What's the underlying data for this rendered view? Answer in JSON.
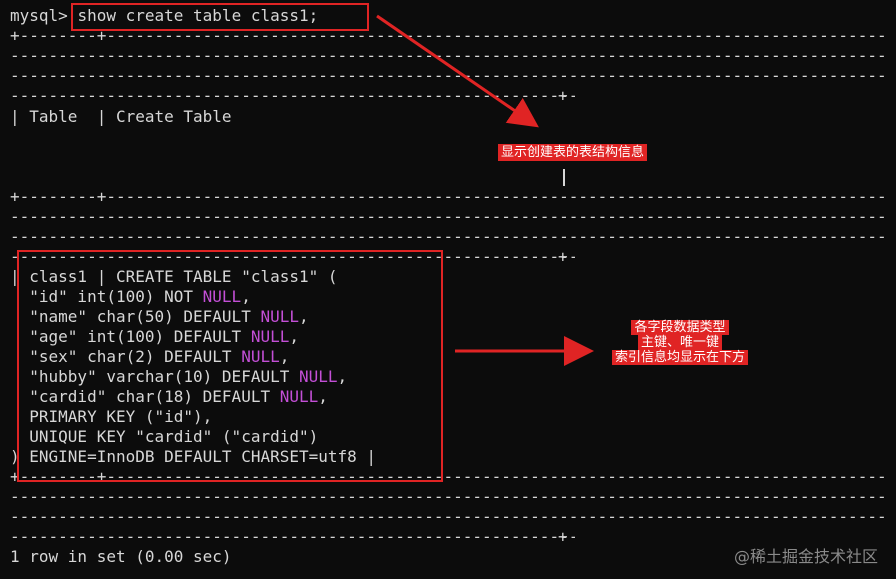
{
  "prompt": "mysql>",
  "command": "show create table class1;",
  "header_row": "| Table  | Create Table",
  "sql_lines": [
    {
      "pre": "| class1 | CREATE TABLE \"class1\" (",
      "null": "",
      "post": ""
    },
    {
      "pre": "  \"id\" int(100) NOT ",
      "null": "NULL",
      "post": ","
    },
    {
      "pre": "  \"name\" char(50) DEFAULT ",
      "null": "NULL",
      "post": ","
    },
    {
      "pre": "  \"age\" int(100) DEFAULT ",
      "null": "NULL",
      "post": ","
    },
    {
      "pre": "  \"sex\" char(2) DEFAULT ",
      "null": "NULL",
      "post": ","
    },
    {
      "pre": "  \"hubby\" varchar(10) DEFAULT ",
      "null": "NULL",
      "post": ","
    },
    {
      "pre": "  \"cardid\" char(18) DEFAULT ",
      "null": "NULL",
      "post": ","
    },
    {
      "pre": "  PRIMARY KEY (\"id\"),",
      "null": "",
      "post": ""
    },
    {
      "pre": "  UNIQUE KEY \"cardid\" (\"cardid\")",
      "null": "",
      "post": ""
    },
    {
      "pre": ") ENGINE=InnoDB DEFAULT CHARSET=utf8 |",
      "null": "",
      "post": ""
    }
  ],
  "result_summary": "1 row in set (0.00 sec)",
  "annotations": {
    "top": "显示创建表的表结构信息",
    "middle_lines": [
      "各字段数据类型",
      "主键、唯一键",
      "索引信息均显示在下方"
    ]
  },
  "watermark": "@稀土掘金技术社区",
  "colors": {
    "background": "#0c0c0c",
    "text": "#d7d7d7",
    "null_keyword": "#c34fd6",
    "annotation": "#e02424"
  }
}
